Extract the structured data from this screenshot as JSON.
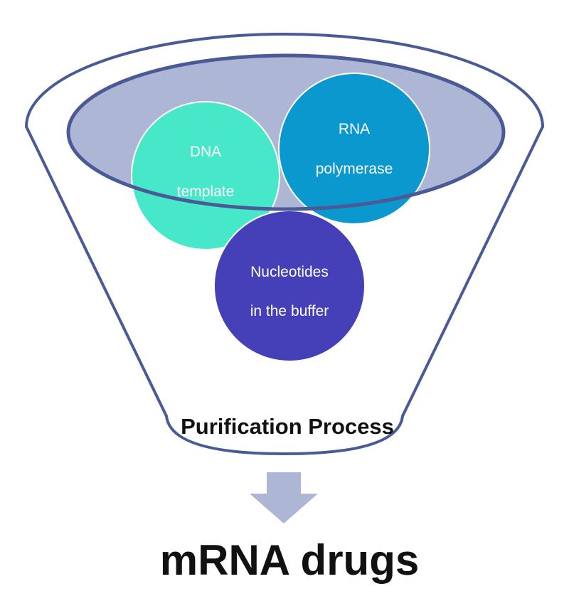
{
  "funnel": {
    "ingredients": [
      {
        "line1": "DNA",
        "line2": "template",
        "color": "#46e8c9"
      },
      {
        "line1": "RNA",
        "line2": "polymerase",
        "color": "#0b98cf"
      },
      {
        "line1": "Nucleotides",
        "line2": "in the buffer",
        "color": "#4540b8"
      }
    ],
    "process_label": "Purification Process",
    "outline_color": "#4a5a96",
    "inner_fill_color": "#aeb6d6"
  },
  "arrow": {
    "color": "#aeb6d6"
  },
  "result": {
    "label": "mRNA drugs"
  }
}
